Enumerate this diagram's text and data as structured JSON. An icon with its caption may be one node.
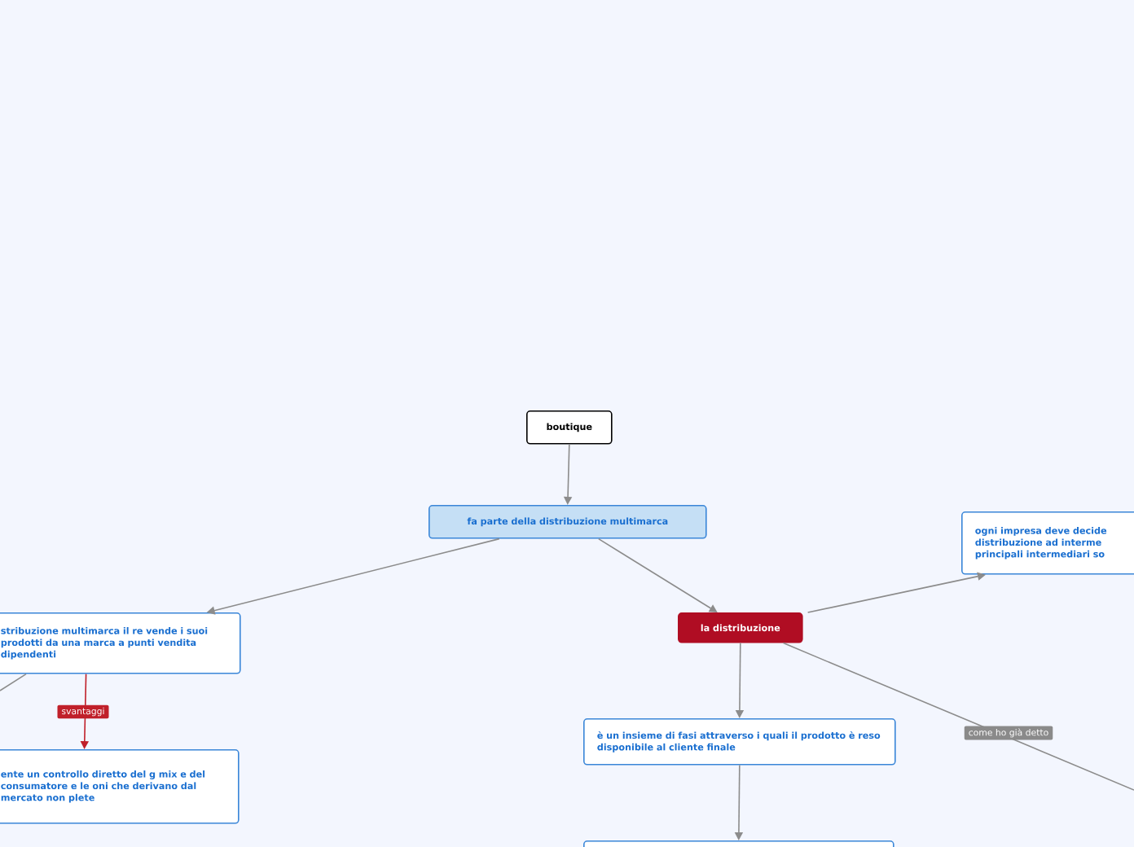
{
  "diagram": {
    "nodes": [
      {
        "text": [
          "boutique"
        ]
      },
      {
        "text": [
          "fa parte della distribuzione multimarca"
        ]
      },
      {
        "text": [
          "stribuzione multimarca il re vende i suoi prodotti da una marca a punti vendita dipendenti"
        ]
      },
      {
        "text": [
          "ente un controllo diretto del g mix e del consumatore e le oni che derivano dal mercato non plete"
        ]
      },
      {
        "text": [
          "la distribuzione"
        ]
      },
      {
        "text": [
          "ogni impresa deve decide distribuzione ad interme principali intermediari so"
        ]
      },
      {
        "text": [
          "è un insieme di fasi attraverso i quali il prodotto è reso disponibile al cliente finale"
        ]
      },
      {
        "text": [],
        "shape": "box"
      }
    ],
    "edges": [
      {
        "from": 0,
        "to": 1,
        "arrow": "to"
      },
      {
        "from": 1,
        "to": 2,
        "arrow": "to"
      },
      {
        "from": 1,
        "to": 4,
        "arrow": "to"
      },
      {
        "from": 2,
        "to": 3,
        "arrow": "to",
        "label": "svantaggi",
        "color": "#c0202a"
      },
      {
        "from": 2,
        "to": null,
        "arrow": "none"
      },
      {
        "from": 4,
        "to": 5,
        "arrow": "to"
      },
      {
        "from": 4,
        "to": 6,
        "arrow": "to"
      },
      {
        "from": 4,
        "to": null,
        "arrow": "none",
        "label": "come ho già detto"
      },
      {
        "from": 6,
        "to": 7,
        "arrow": "to"
      }
    ]
  }
}
